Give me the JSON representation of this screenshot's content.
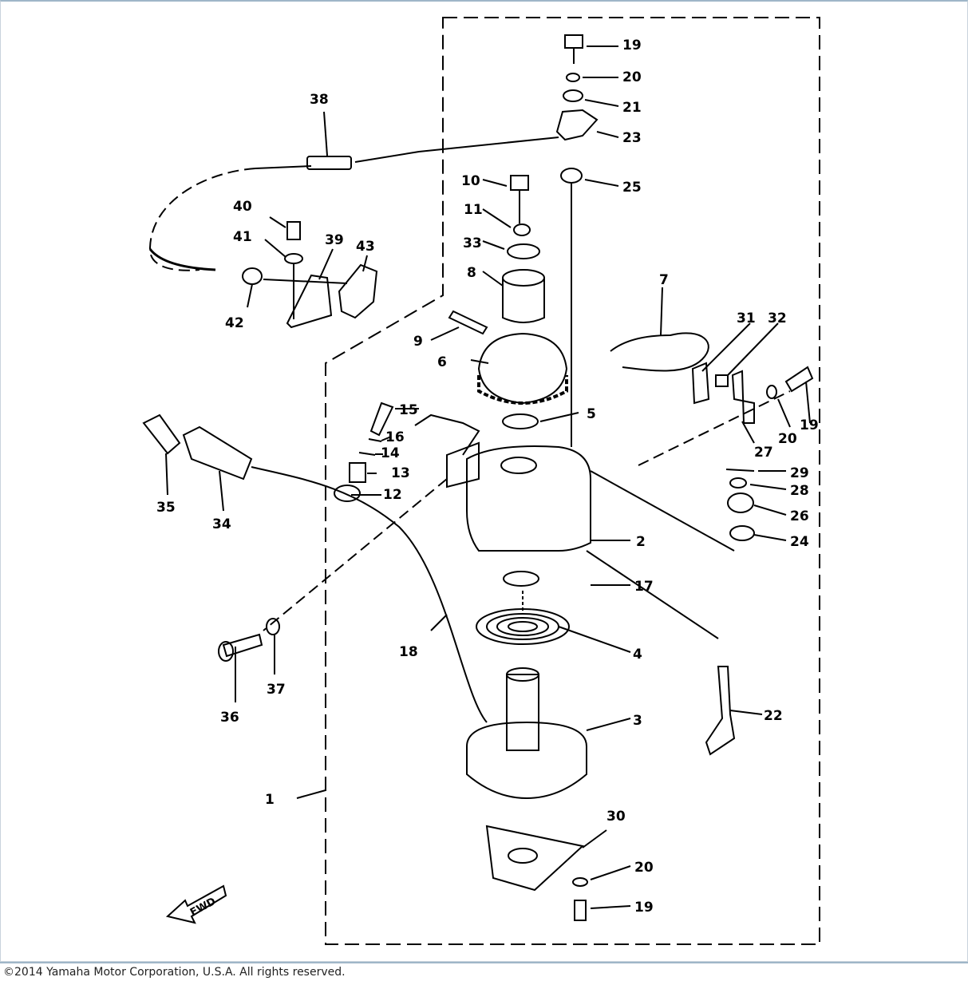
{
  "diagram": {
    "callouts": [
      "1",
      "2",
      "3",
      "4",
      "5",
      "6",
      "7",
      "8",
      "9",
      "10",
      "11",
      "12",
      "13",
      "14",
      "15",
      "16",
      "17",
      "18",
      "19",
      "20",
      "21",
      "22",
      "23",
      "24",
      "25",
      "26",
      "27",
      "28",
      "29",
      "30",
      "31",
      "32",
      "33",
      "34",
      "35",
      "36",
      "37",
      "38",
      "39",
      "40",
      "41",
      "42",
      "43"
    ],
    "fwd_label": "FWD"
  },
  "footer": {
    "copyright": "©2014 Yamaha Motor Corporation, U.S.A. All rights reserved."
  }
}
